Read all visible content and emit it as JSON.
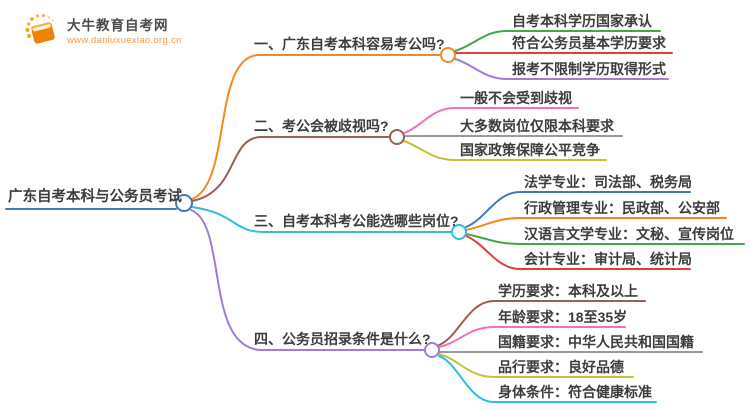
{
  "logo": {
    "site_name": "大牛教育自考网",
    "site_url": "www.daniuxuexiao.org.cn",
    "icon": "book-icon",
    "brand_color": "#EF8200"
  },
  "central": {
    "label": "广东自考本科与公务员考试",
    "color": "#3E79C0"
  },
  "branches": [
    {
      "label": "一、广东自考本科容易考公吗?",
      "color": "#F18A1F",
      "items": [
        {
          "label": "自考本科学历国家承认",
          "color": "#41A74A"
        },
        {
          "label": "符合公务员基本学历要求",
          "color": "#E23E3E"
        },
        {
          "label": "报考不限制学历取得形式",
          "color": "#A07CD8"
        }
      ]
    },
    {
      "label": "二、考公会被歧视吗?",
      "color": "#9C5F50",
      "items": [
        {
          "label": "一般不会受到歧视",
          "color": "#F470BE"
        },
        {
          "label": "大多数岗位仅限本科要求",
          "color": "#9A9A9A"
        },
        {
          "label": "国家政策保障公平竞争",
          "color": "#C2C437"
        }
      ]
    },
    {
      "label": "三、自考本科考公能选哪些岗位?",
      "color": "#2BC0DC",
      "items": [
        {
          "label": "法学专业：司法部、税务局",
          "color": "#3E79C0"
        },
        {
          "label": "行政管理专业：民政部、公安部",
          "color": "#F18A1F"
        },
        {
          "label": "汉语言文学专业：文秘、宣传岗位",
          "color": "#41A74A"
        },
        {
          "label": "会计专业：审计局、统计局",
          "color": "#E23E3E"
        }
      ]
    },
    {
      "label": "四、公务员招录条件是什么?",
      "color": "#A07CD8",
      "items": [
        {
          "label": "学历要求：本科及以上",
          "color": "#9C5F50"
        },
        {
          "label": "年龄要求：18至35岁",
          "color": "#F470BE"
        },
        {
          "label": "国籍要求：中华人民共和国国籍",
          "color": "#9A9A9A"
        },
        {
          "label": "品行要求：良好品德",
          "color": "#C2C437"
        },
        {
          "label": "身体条件：符合健康标准",
          "color": "#2BC0DC"
        }
      ]
    }
  ]
}
